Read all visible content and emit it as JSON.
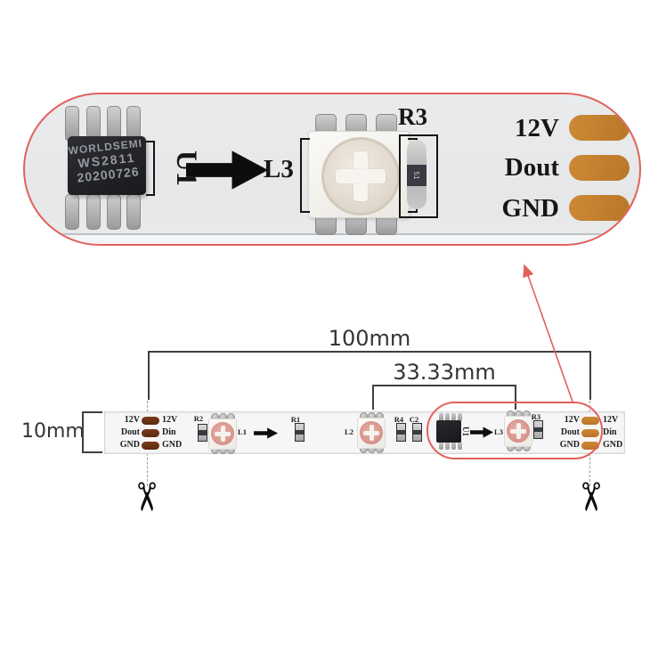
{
  "colors": {
    "accent_red": "#e0625b",
    "copper": "#c6802e",
    "copper_dark": "#6b3014",
    "ink": "#161616"
  },
  "magnifier": {
    "chip": {
      "brand": "WORLDSEMI",
      "model": "WS2811",
      "date": "20200726",
      "ref": "U1"
    },
    "led_ref": "L3",
    "resistor": {
      "ref": "R3",
      "band": "51"
    },
    "pads": [
      "12V",
      "Dout",
      "GND"
    ]
  },
  "dimensions": {
    "length": "100mm",
    "pitch": "33.33mm",
    "width": "10mm"
  },
  "strip": {
    "left_end": {
      "outer": [
        "12V",
        "Dout",
        "GND"
      ],
      "inner": [
        "12V",
        "Din",
        "GND"
      ]
    },
    "right_end": {
      "inner": [
        "12V",
        "Dout",
        "GND"
      ],
      "outer": [
        "12V",
        "Din",
        "GND"
      ]
    },
    "refs": {
      "r2": "R2",
      "l1": "L1",
      "r1": "R1",
      "l2": "L2",
      "r4": "R4",
      "c2": "C2",
      "u1": "U1",
      "l3": "L3",
      "r3": "R3"
    }
  },
  "icons": {
    "scissors": "✂"
  }
}
